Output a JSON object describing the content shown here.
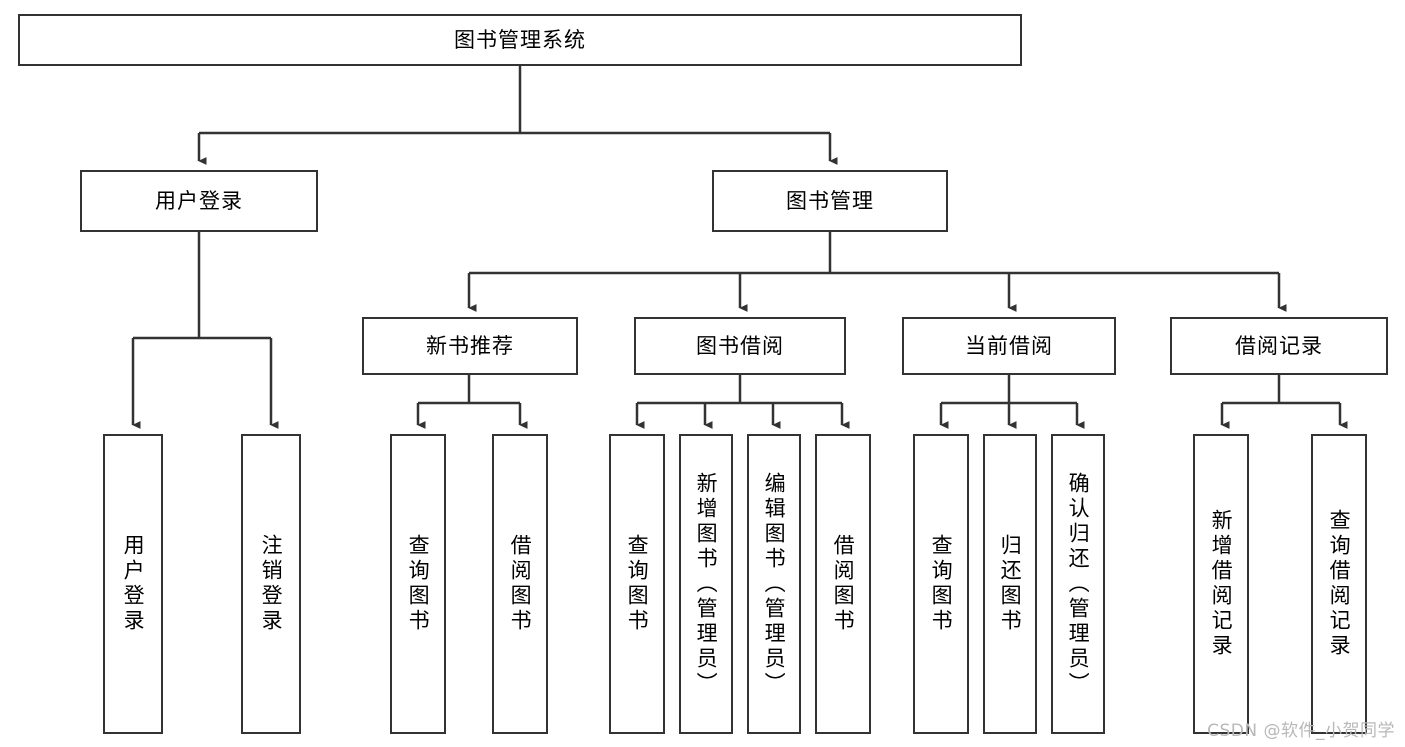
{
  "diagram": {
    "type": "tree-hierarchy",
    "title": "图书管理系统",
    "colors": {
      "box_border": "#333333",
      "box_fill": "#ffffff",
      "connector": "#333333",
      "text": "#000000",
      "watermark": "#b8b8b8",
      "background": "#ffffff"
    },
    "watermark": "CSDN @软件_小贺同学",
    "nodes": {
      "root": {
        "label": "图书管理系统",
        "orientation": "horizontal"
      },
      "level2": [
        {
          "id": "user-login",
          "label": "用户登录",
          "orientation": "horizontal"
        },
        {
          "id": "book-management",
          "label": "图书管理",
          "orientation": "horizontal"
        }
      ],
      "level3": [
        {
          "id": "new-book-recommend",
          "label": "新书推荐",
          "orientation": "horizontal"
        },
        {
          "id": "book-borrow",
          "label": "图书借阅",
          "orientation": "horizontal"
        },
        {
          "id": "current-borrow",
          "label": "当前借阅",
          "orientation": "horizontal"
        },
        {
          "id": "borrow-record",
          "label": "借阅记录",
          "orientation": "horizontal"
        }
      ],
      "leaves": [
        {
          "id": "leaf-user-login",
          "label": "用户登录",
          "orientation": "vertical",
          "parent": "user-login"
        },
        {
          "id": "leaf-logout-login",
          "label": "注销登录",
          "orientation": "vertical",
          "parent": "user-login"
        },
        {
          "id": "leaf-query-book-1",
          "label": "查询图书",
          "orientation": "vertical",
          "parent": "new-book-recommend"
        },
        {
          "id": "leaf-borrow-book-1",
          "label": "借阅图书",
          "orientation": "vertical",
          "parent": "new-book-recommend"
        },
        {
          "id": "leaf-query-book-2",
          "label": "查询图书",
          "orientation": "vertical",
          "parent": "book-borrow"
        },
        {
          "id": "leaf-add-book-admin",
          "label": "新增图书（管理员）",
          "orientation": "vertical",
          "parent": "book-borrow"
        },
        {
          "id": "leaf-edit-book-admin",
          "label": "编辑图书（管理员）",
          "orientation": "vertical",
          "parent": "book-borrow"
        },
        {
          "id": "leaf-borrow-book-2",
          "label": "借阅图书",
          "orientation": "vertical",
          "parent": "book-borrow"
        },
        {
          "id": "leaf-query-book-3",
          "label": "查询图书",
          "orientation": "vertical",
          "parent": "current-borrow"
        },
        {
          "id": "leaf-return-book",
          "label": "归还图书",
          "orientation": "vertical",
          "parent": "current-borrow"
        },
        {
          "id": "leaf-confirm-return-admin",
          "label": "确认归还（管理员）",
          "orientation": "vertical",
          "parent": "current-borrow"
        },
        {
          "id": "leaf-add-borrow-record",
          "label": "新增借阅记录",
          "orientation": "vertical",
          "parent": "borrow-record"
        },
        {
          "id": "leaf-query-borrow-record",
          "label": "查询借阅记录",
          "orientation": "vertical",
          "parent": "borrow-record"
        }
      ]
    }
  }
}
